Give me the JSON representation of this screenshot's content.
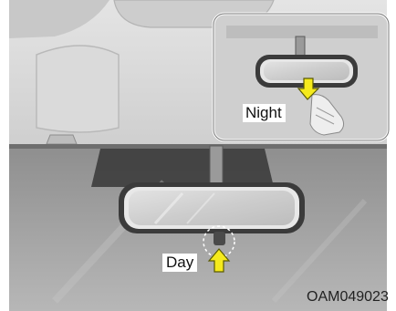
{
  "labels": {
    "night": "Night",
    "day": "Day"
  },
  "figure_code": "OAM049023",
  "colors": {
    "arrow_fill": "#f5ea1c",
    "arrow_stroke": "#5a5a00",
    "headliner": "#d9d9d9",
    "windshield": "#9c9c9c",
    "mirror_frame": "#3a3a3a",
    "mirror_glass": "#cfcfcf"
  },
  "icons": {
    "night_arrow": "arrow-down-icon",
    "day_arrow": "arrow-up-icon"
  }
}
